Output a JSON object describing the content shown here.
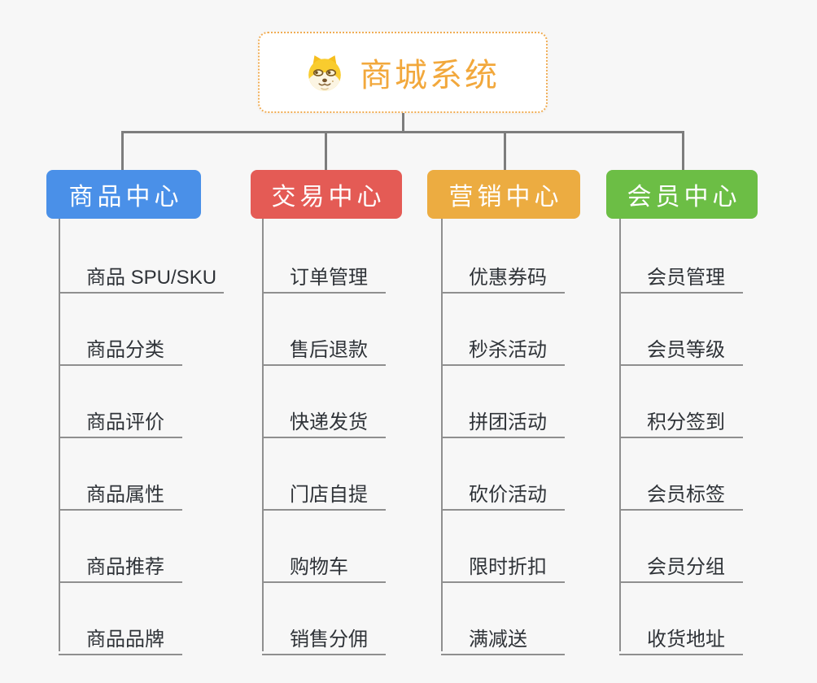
{
  "canvas": {
    "background": "#F7F7F7",
    "connector_color": "#7D7D7D",
    "leaf_line_color": "#8F8F8F",
    "leaf_text_color": "#2F3338"
  },
  "root": {
    "title": "商城系统",
    "icon": "doge-icon",
    "title_color": "#F2A83C",
    "border_color": "#F0AD55"
  },
  "branches": [
    {
      "label": "商品中心",
      "color": "#4A90E8",
      "items": [
        "商品 SPU/SKU",
        "商品分类",
        "商品评价",
        "商品属性",
        "商品推荐",
        "商品品牌"
      ]
    },
    {
      "label": "交易中心",
      "color": "#E45B55",
      "items": [
        "订单管理",
        "售后退款",
        "快递发货",
        "门店自提",
        "购物车",
        "销售分佣"
      ]
    },
    {
      "label": "营销中心",
      "color": "#ECAC41",
      "items": [
        "优惠券码",
        "秒杀活动",
        "拼团活动",
        "砍价活动",
        "限时折扣",
        "满减送"
      ]
    },
    {
      "label": "会员中心",
      "color": "#6CBE45",
      "items": [
        "会员管理",
        "会员等级",
        "积分签到",
        "会员标签",
        "会员分组",
        "收货地址"
      ]
    }
  ]
}
